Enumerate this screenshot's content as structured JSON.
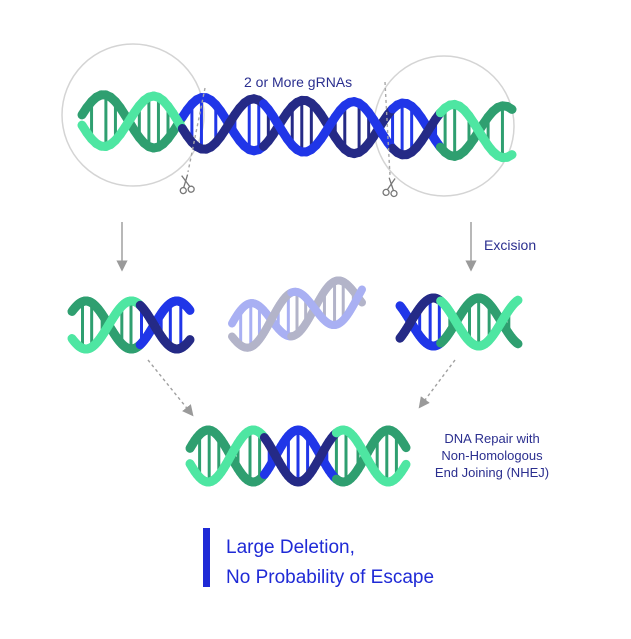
{
  "labels": {
    "grnas": "2 or More gRNAs",
    "excision": "Excision",
    "repair": [
      "DNA Repair with",
      "Non-Homologous",
      "End Joining (NHEJ)"
    ],
    "conclusion": [
      "Large Deletion,",
      "No Probability of Escape"
    ]
  },
  "colors": {
    "green": "#4ee6a2",
    "green_dark": "#2f9f70",
    "navy": "#252a86",
    "blue": "#2036e8",
    "excised_left": "#b3b4c9",
    "excised_right": "#a9b0f3",
    "accent": "#1f2ad6",
    "text": "#2b2f8f"
  },
  "icons": [
    "scissors-icon-left",
    "scissors-icon-right",
    "arrow-down-left",
    "arrow-down-right"
  ]
}
